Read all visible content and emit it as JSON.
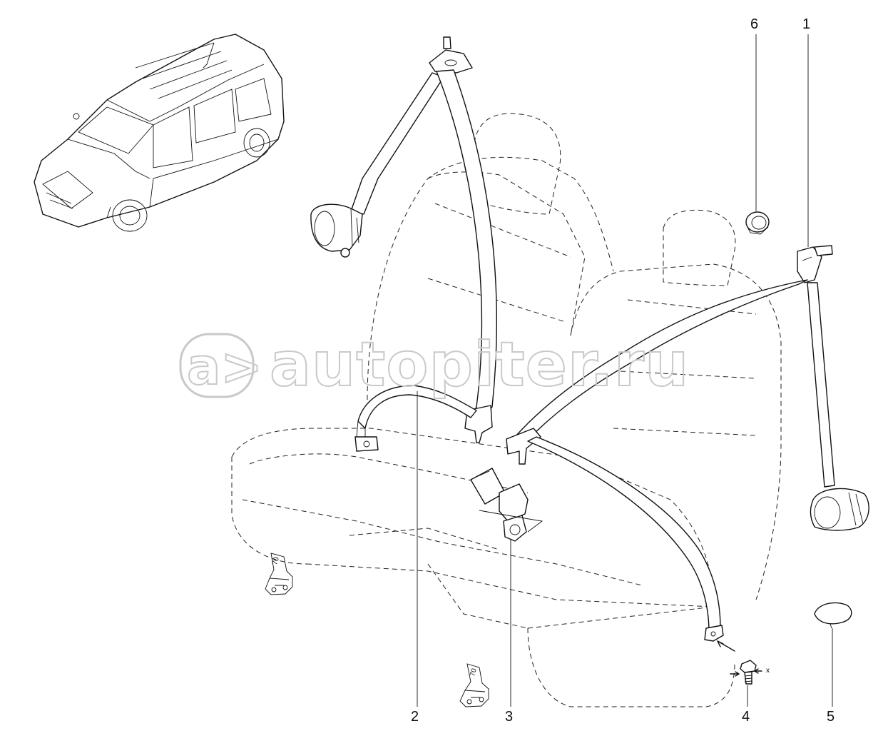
{
  "watermark": {
    "text": "autopiter.ru",
    "logo": "a>"
  },
  "callouts": [
    {
      "id": "1",
      "label": "1"
    },
    {
      "id": "2",
      "label": "2"
    },
    {
      "id": "3",
      "label": "3"
    },
    {
      "id": "4",
      "label": "4"
    },
    {
      "id": "5",
      "label": "5"
    },
    {
      "id": "6",
      "label": "6"
    }
  ],
  "annotations": {
    "x_marker": "x"
  },
  "icons": [
    "car-thumbnail-icon",
    "seat-belt-retractor-icon",
    "buckle-icon",
    "bolt-icon",
    "grommet-icon",
    "cap-icon"
  ]
}
